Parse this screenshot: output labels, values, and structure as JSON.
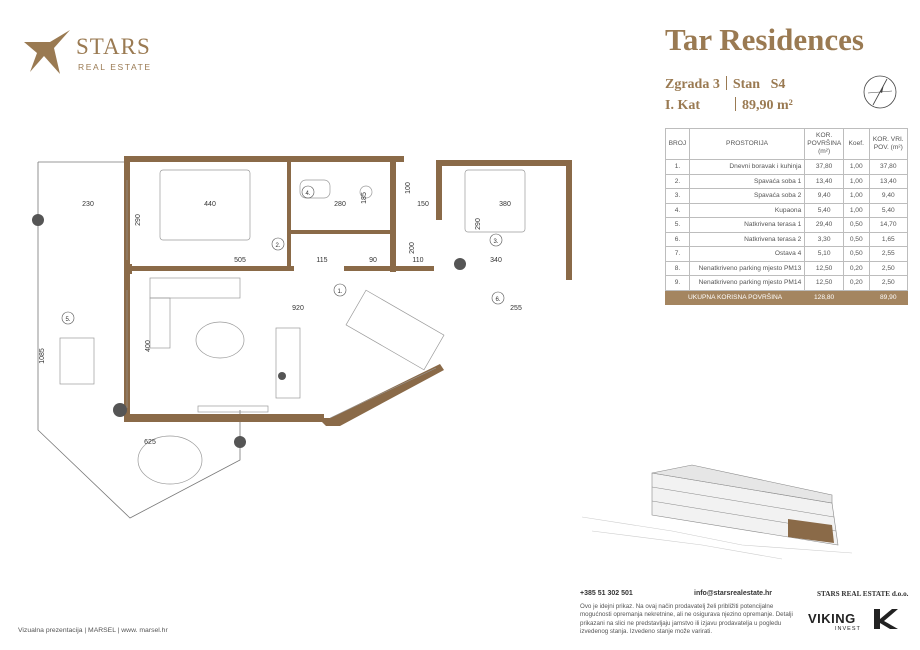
{
  "logo": {
    "name": "STARS",
    "sub": "REAL ESTATE"
  },
  "title": "Tar Residences",
  "unit": {
    "building_label": "Zgrada 3",
    "unit_label": "Stan",
    "unit_code": "S4",
    "floor": "I. Kat",
    "area": "89,90 m²"
  },
  "table": {
    "headers": [
      "BROJ",
      "PROSTORIJA",
      "KOR. POVRŠINA (m²)",
      "Koef.",
      "KOR. VRI. POV. (m²)"
    ],
    "rows": [
      {
        "num": "1.",
        "name": "Dnevni boravak i kuhinja",
        "area": "37,80",
        "coef": "1,00",
        "value": "37,80"
      },
      {
        "num": "2.",
        "name": "Spavaća soba 1",
        "area": "13,40",
        "coef": "1,00",
        "value": "13,40"
      },
      {
        "num": "3.",
        "name": "Spavaća soba 2",
        "area": "9,40",
        "coef": "1,00",
        "value": "9,40"
      },
      {
        "num": "4.",
        "name": "Kupaona",
        "area": "5,40",
        "coef": "1,00",
        "value": "5,40"
      },
      {
        "num": "5.",
        "name": "Natkrivena terasa 1",
        "area": "29,40",
        "coef": "0,50",
        "value": "14,70"
      },
      {
        "num": "6.",
        "name": "Natkrivena terasa 2",
        "area": "3,30",
        "coef": "0,50",
        "value": "1,65"
      },
      {
        "num": "7.",
        "name": "Ostava 4",
        "area": "5,10",
        "coef": "0,50",
        "value": "2,55"
      },
      {
        "num": "8.",
        "name": "Nenatkriveno parking mjesto PM13",
        "area": "12,50",
        "coef": "0,20",
        "value": "2,50"
      },
      {
        "num": "9.",
        "name": "Nenatkriveno parking mjesto PM14",
        "area": "12,50",
        "coef": "0,20",
        "value": "2,50"
      }
    ],
    "total": {
      "label": "UKUPNA KORISNA POVRŠINA",
      "area": "128,80",
      "value": "89,90"
    }
  },
  "plan": {
    "room_numbers": [
      "1.",
      "2.",
      "3.",
      "4.",
      "5.",
      "6."
    ],
    "dims": [
      "230",
      "290",
      "440",
      "280",
      "185",
      "100",
      "150",
      "290",
      "380",
      "505",
      "115",
      "90",
      "200",
      "110",
      "340",
      "920",
      "400",
      "1085",
      "625",
      "255"
    ]
  },
  "footer": {
    "phone": "+385 51 302 501",
    "email": "info@starsrealestate.hr",
    "company": "STARS REAL ESTATE d.o.o.",
    "disclaimer": "Ovo je idejni prikaz. Na ovaj način prodavatelj želi približiti potencijalne mogućnosti opremanja nekretnine, ali ne osigurava njezino opremanje. Detalji prikazani na slici ne predstavljaju jamstvo ili izjavu prodavatelja u pogledu izvedenog stanja. Izvedeno stanje može varirati.",
    "investor_name": "VIKING",
    "investor_sub": "INVEST",
    "credit": "Vizualna prezentacija | MARSEL | www. marsel.hr"
  },
  "colors": {
    "accent": "#9a7a52",
    "wall": "#8a6a48",
    "total_row": "#a48560"
  }
}
